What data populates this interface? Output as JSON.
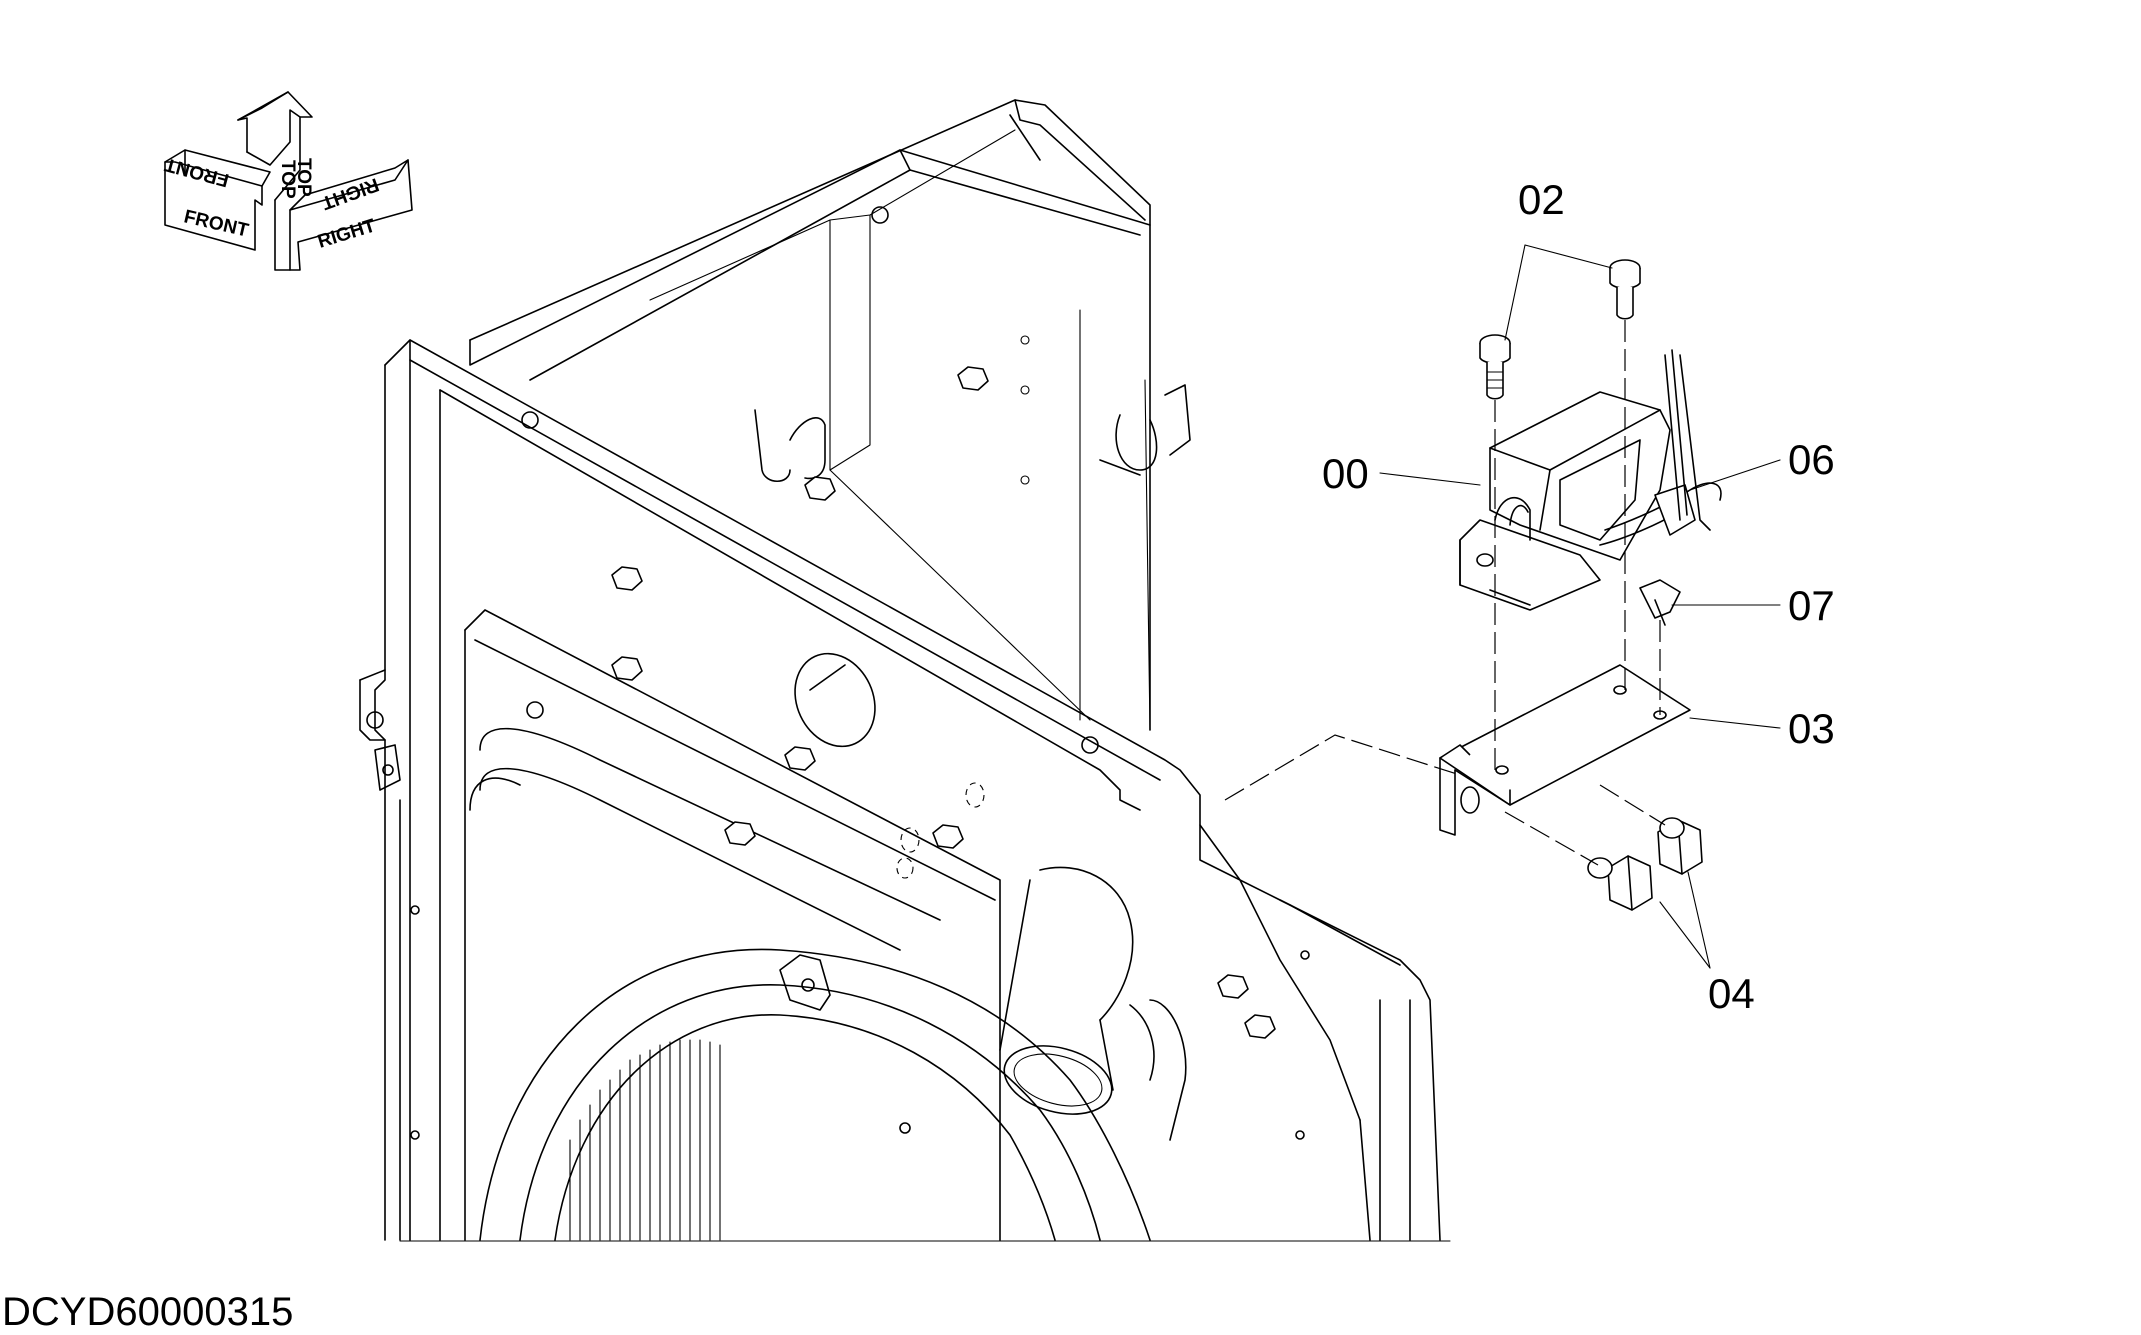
{
  "drawing_id": "DCYD60000315",
  "orientation": {
    "labels": [
      "FRONT",
      "FRONT",
      "TOP",
      "TOP",
      "RIGHT",
      "RIGHT"
    ]
  },
  "callouts": [
    "00",
    "02",
    "03",
    "04",
    "06",
    "07"
  ]
}
